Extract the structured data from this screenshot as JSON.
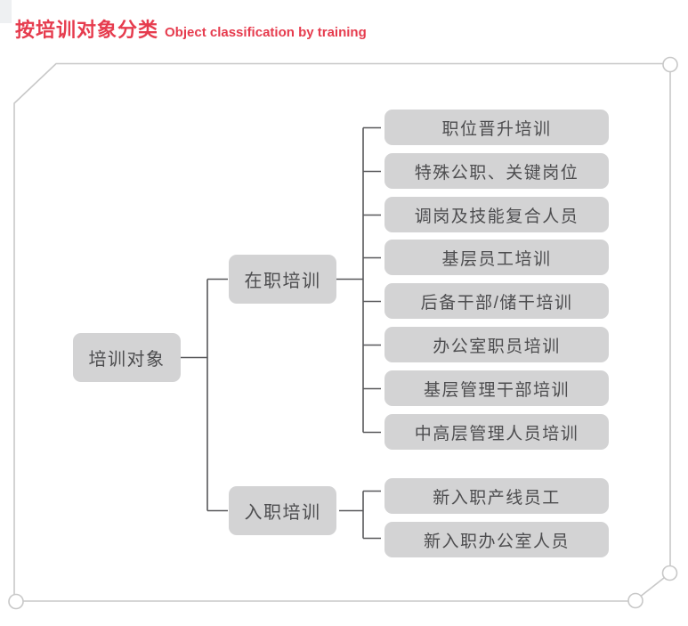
{
  "title": {
    "zh": "按培训对象分类",
    "en": "Object classification by training"
  },
  "colors": {
    "accent_red": "#e63c4e",
    "box_fill": "#d3d3d4",
    "box_text": "#4d4d4f",
    "connector_line": "#58585a",
    "frame_line": "#c8c8c8"
  },
  "tree": {
    "root": {
      "label": "培训对象"
    },
    "branches": [
      {
        "label": "在职培训",
        "children": [
          "职位晋升培训",
          "特殊公职、关键岗位",
          "调岗及技能复合人员",
          "基层员工培训",
          "后备干部/储干培训",
          "办公室职员培训",
          "基层管理干部培训",
          "中高层管理人员培训"
        ]
      },
      {
        "label": "入职培训",
        "children": [
          "新入职产线员工",
          "新入职办公室人员"
        ]
      }
    ]
  }
}
